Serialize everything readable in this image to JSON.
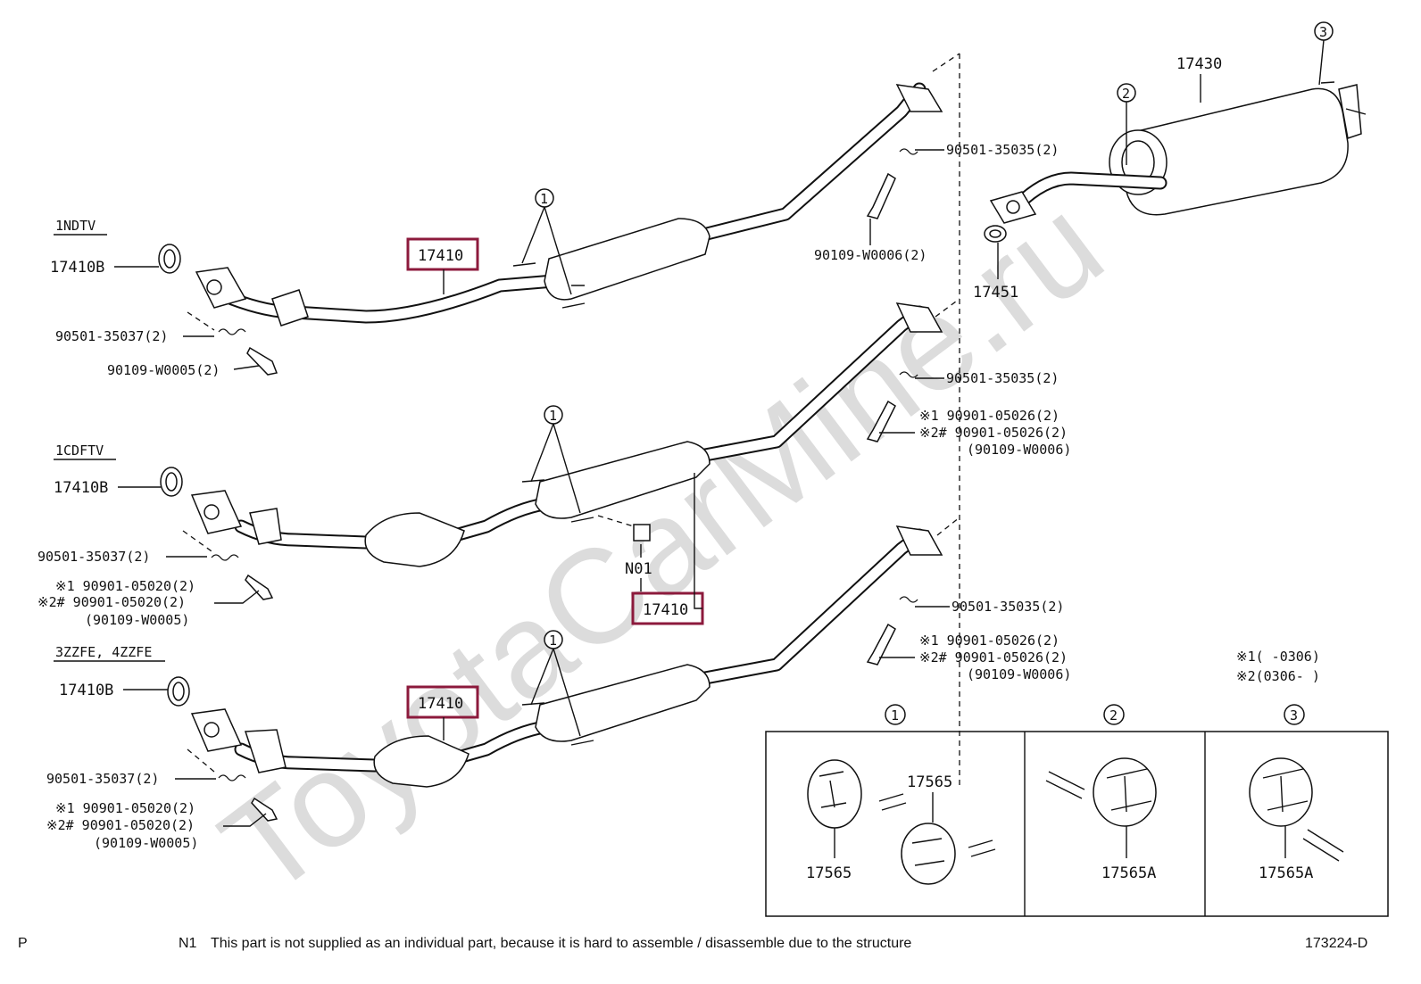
{
  "colors": {
    "highlight": "#8c1a3c",
    "line": "#111111",
    "watermark": "#dcdcdc"
  },
  "watermark": "ToyotaCarMine.ru",
  "engines": [
    "1NDTV",
    "1CDFTV",
    "3ZZFE, 4ZZFE"
  ],
  "parts": {
    "front_pipe": "17410",
    "gasket_front": "17410B",
    "spring_front": "90501-35037(2)",
    "bolt_front_1nd": "90109-W0005(2)",
    "spring_rear": "90501-35035(2)",
    "bolt_rear_1nd": "90109-W0006(2)",
    "muffler": "17430",
    "gasket_rear": "17451",
    "bolt_front_alt_1": "※1  90901-05020(2)",
    "bolt_front_alt_2": "※2# 90901-05020(2)",
    "bolt_front_alt_3": "(90109-W0005)",
    "bolt_rear_alt_1": "※1  90901-05026(2)",
    "bolt_rear_alt_2": "※2# 90901-05026(2)",
    "bolt_rear_alt_3": "(90109-W0006)",
    "n01": "N01",
    "hanger": "17565",
    "hanger_a": "17565A"
  },
  "callouts": [
    "1",
    "2",
    "3"
  ],
  "notes": {
    "n1": "※1(      -0306)",
    "n2": "※2(0306-      )"
  },
  "footer": {
    "left": "P",
    "label": "N1",
    "text": "This part is not supplied as an individual part, because it is hard to assemble / disassemble due to the structure",
    "code": "173224-D"
  }
}
